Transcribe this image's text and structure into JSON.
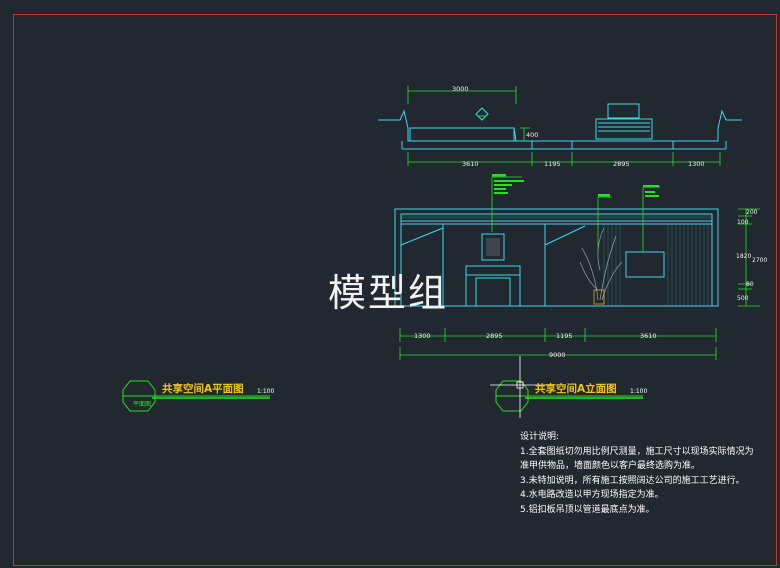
{
  "colors": {
    "background": "#212830",
    "cyan": "#3ad8e8",
    "green": "#25e025",
    "yellow": "#f1c40f",
    "white": "#ffffff",
    "border": "#c0392b"
  },
  "watermark": "模型组",
  "plan": {
    "top_dim": "3000",
    "side_dim": "400",
    "bottom_dims": [
      "3610",
      "1195",
      "2895",
      "1300"
    ]
  },
  "elevation": {
    "right_dims": [
      "200",
      "100",
      "1820",
      "80",
      "500"
    ],
    "total_height": "2700",
    "bottom_dims": [
      "1300",
      "2895",
      "1195",
      "3610"
    ],
    "total_width": "9000"
  },
  "titles": {
    "plan_title": "共享空间A平面图",
    "plan_scale": "1:100",
    "elev_title": "共享空间A立面图",
    "elev_scale": "1:100"
  },
  "notes": {
    "heading": "设计说明:",
    "lines": [
      "1.全套图纸切勿用比例尺测量，施工尺寸以现场实际情况为",
      "准甲供物品，墙面颜色以客户最终选购为准。",
      "3.未特加说明，所有施工按照阔达公司的施工工艺进行。",
      "4.水电路改造以甲方现场指定为准。",
      "5.铝扣板吊顶以管道最底点为准。"
    ]
  }
}
